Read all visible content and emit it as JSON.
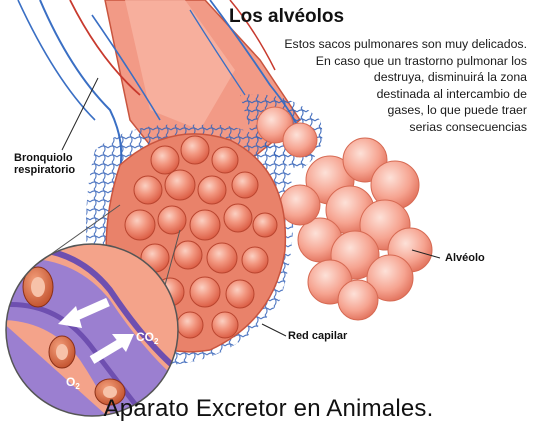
{
  "title": "Los alvéolos",
  "description": [
    "Estos sacos pulmonares son muy delicados.",
    "En caso que un trastorno pulmonar los",
    "destruya, disminuirá la zona",
    "destinada al intercambio de",
    "gases, lo que puede traer",
    "serias consecuencias"
  ],
  "labels": {
    "bronquiolo": [
      "Bronquiolo",
      "respiratorio"
    ],
    "alveolo": "Alvéolo",
    "red_capilar": "Red capilar"
  },
  "inset": {
    "co2": "CO",
    "co2_sub": "2",
    "o2": "O",
    "o2_sub": "2"
  },
  "caption": "Aparato Excretor en Animales.",
  "colors": {
    "alveolus": "#f08a72",
    "alveolus_dark": "#d9543c",
    "vein_blue": "#3a6fc4",
    "artery_red": "#c83a2e",
    "inset_bg": "#9b7fd0"
  }
}
